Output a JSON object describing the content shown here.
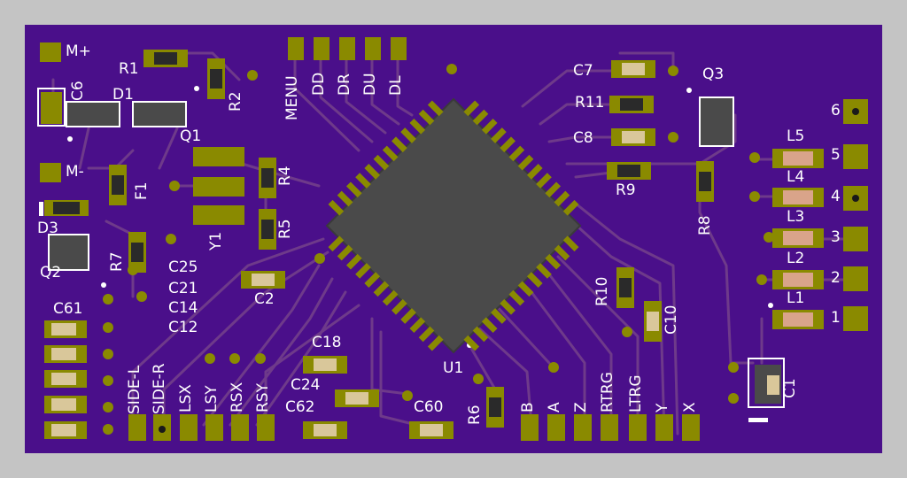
{
  "board": {
    "colors": {
      "background": "#c4c4c4",
      "board": "#4a0f8a",
      "trace": "#6e3a8a",
      "pad": "#8a8a00",
      "silk": "#ffffff",
      "chip": "#4a4a4a",
      "inductor": "#d9a48a"
    }
  },
  "labels": {
    "m_plus": "M+",
    "m_minus": "M-",
    "r1": "R1",
    "r2": "R2",
    "r4": "R4",
    "r5": "R5",
    "r6": "R6",
    "r7": "R7",
    "r8": "R8",
    "r9": "R9",
    "r10": "R10",
    "r11": "R11",
    "c2": "C2",
    "c6": "C6",
    "c7": "C7",
    "c8": "C8",
    "c10": "C10",
    "c1": "C1",
    "c12": "C12",
    "c14": "C14",
    "c18": "C18",
    "c21": "C21",
    "c24": "C24",
    "c25": "C25",
    "c60": "C60",
    "c61": "C61",
    "c62": "C62",
    "d1": "D1",
    "d3": "D3",
    "q1": "Q1",
    "q2": "Q2",
    "q3": "Q3",
    "f1": "F1",
    "y1": "Y1",
    "u1": "U1",
    "l1": "L1",
    "l2": "L2",
    "l3": "L3",
    "l4": "L4",
    "l5": "L5",
    "menu": "MENU",
    "dd": "DD",
    "dr": "DR",
    "du": "DU",
    "dl": "DL",
    "side_l": "SIDE-L",
    "side_r": "SIDE-R",
    "lsx": "LSX",
    "lsy": "LSY",
    "rsx": "RSX",
    "rsy": "RSY",
    "b": "B",
    "a": "A",
    "z": "Z",
    "rtrg": "RTRG",
    "ltrg": "LTRG",
    "y": "Y",
    "x": "X",
    "n1": "1",
    "n2": "2",
    "n3": "3",
    "n4": "4",
    "n5": "5",
    "n6": "6"
  }
}
